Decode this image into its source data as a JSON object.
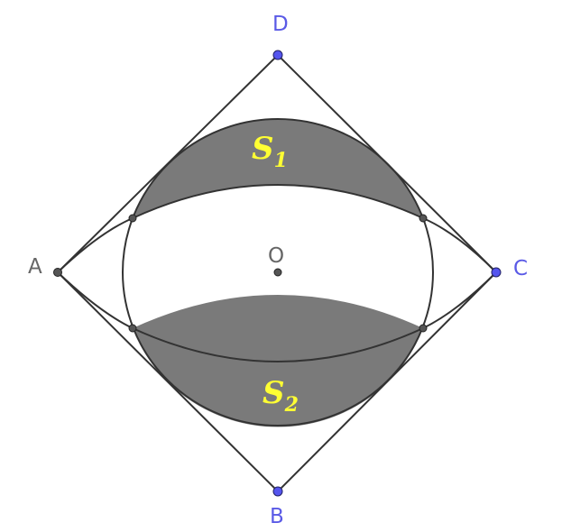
{
  "points": {
    "A": {
      "label": "A"
    },
    "B": {
      "label": "B"
    },
    "C": {
      "label": "C"
    },
    "D": {
      "label": "D"
    },
    "O": {
      "label": "O"
    }
  },
  "regions": {
    "s1": {
      "main": "S",
      "sub": "1"
    },
    "s2": {
      "main": "S",
      "sub": "2"
    }
  },
  "colors": {
    "line": "#333333",
    "shade": "#7a7a7a",
    "vertex_blue": "#5555ee",
    "label_blue": "#5a5ae6",
    "label_gray": "#666666",
    "point_gray": "#555555",
    "region_label": "#ffff33"
  }
}
